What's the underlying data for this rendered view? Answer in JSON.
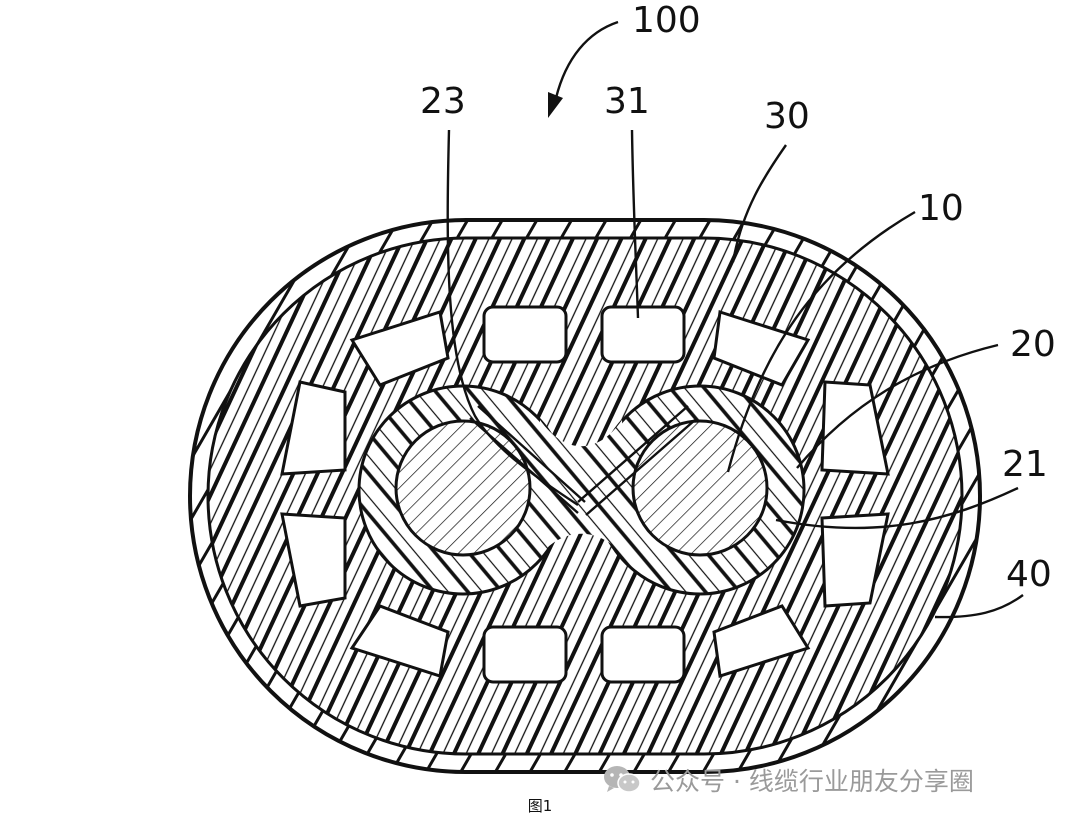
{
  "figure": {
    "labels": {
      "assembly": "100",
      "separator": "23",
      "filler_unit": "31",
      "filler_layer": "30",
      "conductor": "10",
      "insulation": "20",
      "insulation_inner": "21",
      "jacket": "40"
    },
    "caption": "图1"
  },
  "watermark": {
    "text": "公众号 · 线缆行业朋友分享圈",
    "icon": "wechat-icon"
  },
  "colors": {
    "line": "#111111",
    "watermark": "#9a9a9a",
    "background": "#ffffff"
  }
}
